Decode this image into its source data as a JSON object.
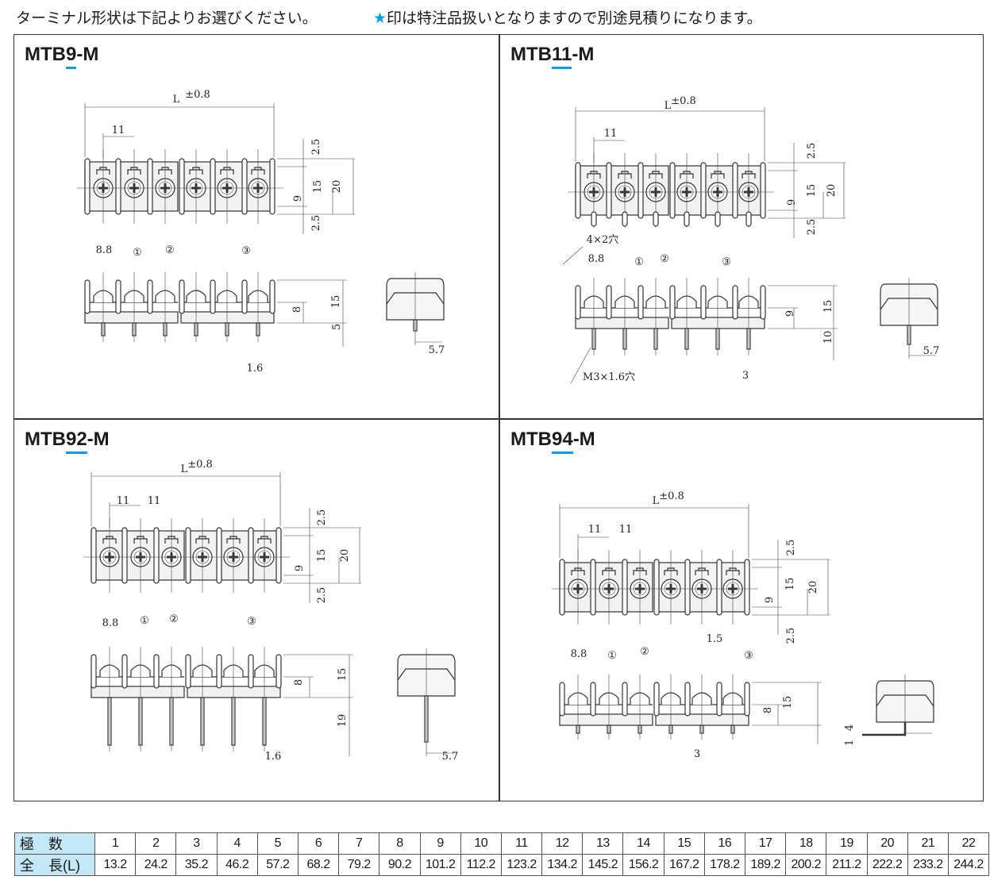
{
  "header": {
    "note_left": "ターミナル形状は下記よりお選びください。",
    "star": "★",
    "note_right": "印は特注品扱いとなりますので別途見積りになります。"
  },
  "colors": {
    "accent": "#00a0e9",
    "table_header_bg": "#c5e8f8"
  },
  "panels": [
    {
      "title_pre": "MTB",
      "title_u": "9",
      "title_post": "-M",
      "labels": {
        "L": "L",
        "tol": "±0.8",
        "pitch": "11",
        "top_a": "2.5",
        "h15": "15",
        "h20": "20",
        "h9": "9",
        "top_b": "2.5",
        "c1": "①",
        "c2": "②",
        "c3": "③",
        "p88": "8.8",
        "s15": "15",
        "s8": "8",
        "s5": "5",
        "d16": "1.6",
        "e57": "5.7"
      }
    },
    {
      "title_pre": "MTB",
      "title_u": "11",
      "title_post": "-M",
      "labels": {
        "L": "L",
        "tol": "±0.8",
        "pitch": "11",
        "top_a": "2.5",
        "h15": "15",
        "h20": "20",
        "h9": "9",
        "top_b": "2.5",
        "holes": "4×2穴",
        "c1": "①",
        "c2": "②",
        "c3": "③",
        "p88": "8.8",
        "s15": "15",
        "s9": "9",
        "s10": "10",
        "d3": "3",
        "m3": "M3×1.6穴",
        "e57": "5.7"
      }
    },
    {
      "title_pre": "MTB",
      "title_u": "92",
      "title_post": "-M",
      "labels": {
        "L": "L",
        "tol": "±0.8",
        "pitch": "11",
        "pitch2": "11",
        "top_a": "2.5",
        "h15": "15",
        "h20": "20",
        "h9": "9",
        "top_b": "2.5",
        "c1": "①",
        "c2": "②",
        "c3": "③",
        "p88": "8.8",
        "s15": "15",
        "s8": "8",
        "s19": "19",
        "d16": "1.6",
        "e57": "5.7"
      }
    },
    {
      "title_pre": "MTB",
      "title_u": "94",
      "title_post": "-M",
      "labels": {
        "L": "L",
        "tol": "±0.8",
        "pitch": "11",
        "pitch2": "11",
        "top_a": "2.5",
        "h15": "15",
        "h20": "20",
        "h9": "9",
        "top_b": "2.5",
        "d15": "1.5",
        "c1": "①",
        "c2": "②",
        "c3": "③",
        "p88": "8.8",
        "s15": "15",
        "s8": "8",
        "d3": "3",
        "e1": "1",
        "e4": "4"
      }
    }
  ],
  "table": {
    "row1_label": "極　数",
    "row2_label": "全　長(L)",
    "poles": [
      "1",
      "2",
      "3",
      "4",
      "5",
      "6",
      "7",
      "8",
      "9",
      "10",
      "11",
      "12",
      "13",
      "14",
      "15",
      "16",
      "17",
      "18",
      "19",
      "20",
      "21",
      "22"
    ],
    "lengths": [
      "13.2",
      "24.2",
      "35.2",
      "46.2",
      "57.2",
      "68.2",
      "79.2",
      "90.2",
      "101.2",
      "112.2",
      "123.2",
      "134.2",
      "145.2",
      "156.2",
      "167.2",
      "178.2",
      "189.2",
      "200.2",
      "211.2",
      "222.2",
      "233.2",
      "244.2"
    ]
  }
}
